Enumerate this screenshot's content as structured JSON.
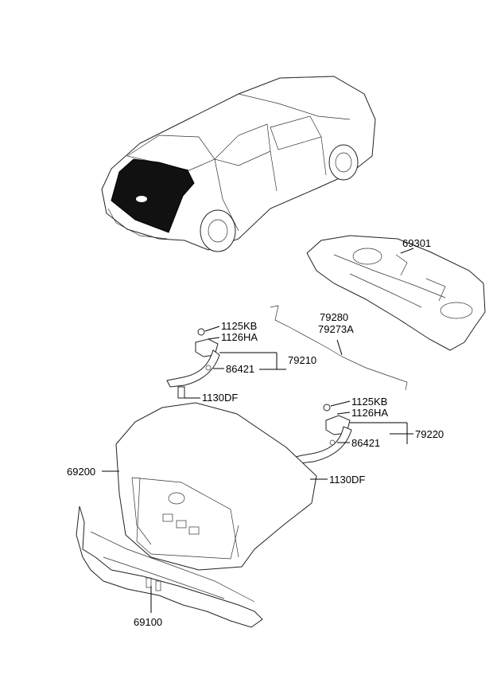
{
  "diagram": {
    "part_labels": [
      {
        "id": "rear-shelf",
        "text": "69301"
      },
      {
        "id": "cable-a",
        "text": "79280"
      },
      {
        "id": "cable-b",
        "text": "79273A"
      },
      {
        "id": "bolt-left-a",
        "text": "1125KB"
      },
      {
        "id": "bolt-left-b",
        "text": "1126HA"
      },
      {
        "id": "hinge-left",
        "text": "79210"
      },
      {
        "id": "bracket-left",
        "text": "86421"
      },
      {
        "id": "nut-left",
        "text": "1130DF"
      },
      {
        "id": "bolt-right-a",
        "text": "1125KB"
      },
      {
        "id": "bolt-right-b",
        "text": "1126HA"
      },
      {
        "id": "hinge-right",
        "text": "79220"
      },
      {
        "id": "bracket-right",
        "text": "86421"
      },
      {
        "id": "nut-right",
        "text": "1130DF"
      },
      {
        "id": "trunk-lid",
        "text": "69200"
      },
      {
        "id": "back-panel",
        "text": "69100"
      }
    ]
  }
}
